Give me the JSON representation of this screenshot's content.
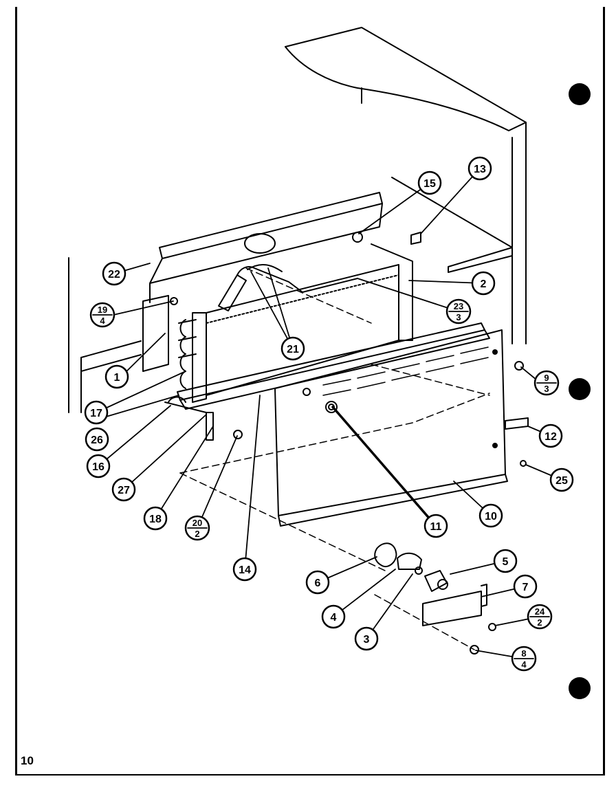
{
  "page": {
    "number": "10"
  },
  "callouts": [
    {
      "label": "1"
    },
    {
      "label": "2"
    },
    {
      "label": "3"
    },
    {
      "label": "4"
    },
    {
      "label": "5"
    },
    {
      "label": "6"
    },
    {
      "label": "7"
    },
    {
      "label": "10"
    },
    {
      "label": "11"
    },
    {
      "label": "12"
    },
    {
      "label": "13"
    },
    {
      "label": "14"
    },
    {
      "label": "15"
    },
    {
      "label": "16"
    },
    {
      "label": "17"
    },
    {
      "label": "18"
    },
    {
      "label": "21"
    },
    {
      "label": "22"
    },
    {
      "label": "25"
    },
    {
      "label": "26"
    },
    {
      "label": "27"
    }
  ],
  "fraction_callouts": [
    {
      "top": "19",
      "bottom": "4"
    },
    {
      "top": "23",
      "bottom": "3"
    },
    {
      "top": "9",
      "bottom": "3"
    },
    {
      "top": "20",
      "bottom": "2"
    },
    {
      "top": "24",
      "bottom": "2"
    },
    {
      "top": "8",
      "bottom": "4"
    }
  ]
}
